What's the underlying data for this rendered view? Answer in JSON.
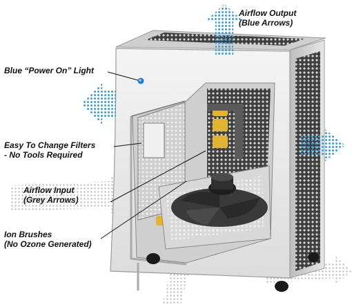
{
  "labels": {
    "airflow_output": {
      "line1": "Airflow Output",
      "line2": "(Blue Arrows)"
    },
    "power_light": {
      "line1": "Blue “Power On” Light"
    },
    "filters": {
      "line1": "Easy To Change Filters",
      "line2": "- No Tools Required"
    },
    "airflow_input": {
      "line1": "Airflow Input",
      "line2": "(Grey Arrows)"
    },
    "ion_brushes": {
      "line1": "Ion Brushes",
      "line2": "(No Ozone Generated)"
    }
  },
  "colors": {
    "airflow_output": "#3a9fd8",
    "airflow_input": "#cfcfcf",
    "power_light": "#1e7fd6",
    "cabinet": "#e9e9e9",
    "grille": "#4a4a4a",
    "ion_brush": "#e0b432"
  },
  "icons": [
    "airflow-output-arrow-icon",
    "airflow-input-arrow-icon",
    "power-light-icon",
    "fan-icon"
  ]
}
